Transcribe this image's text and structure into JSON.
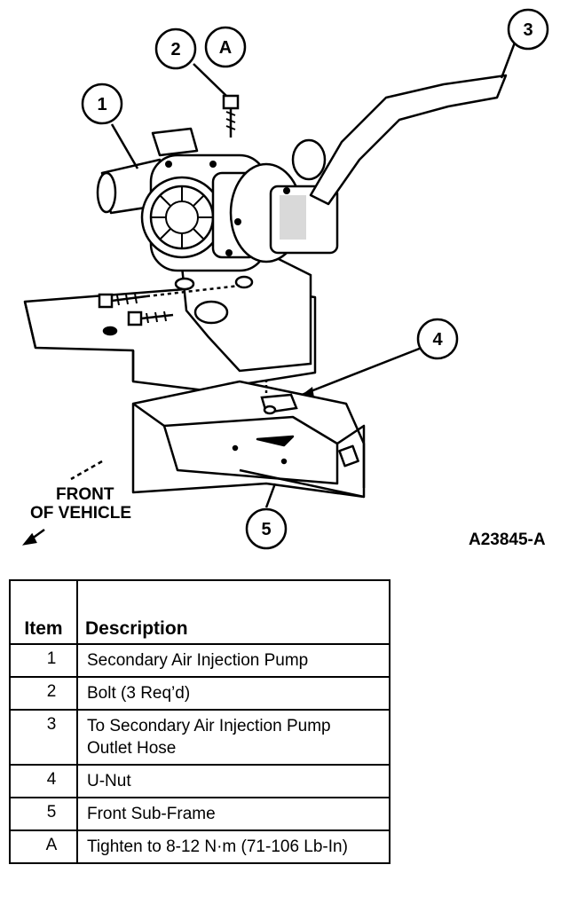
{
  "callouts": {
    "c1": "1",
    "c2": "2",
    "cA": "A",
    "c3": "3",
    "c4": "4",
    "c5": "5"
  },
  "front_label": {
    "line1": "FRONT",
    "line2": "OF VEHICLE"
  },
  "figure_id": "A23845-A",
  "table": {
    "headers": {
      "item": "Item",
      "description": "Description"
    },
    "rows": [
      {
        "item": "1",
        "description": "Secondary Air Injection Pump"
      },
      {
        "item": "2",
        "description": "Bolt (3 Req’d)"
      },
      {
        "item": "3",
        "description": "To Secondary Air Injection Pump Outlet Hose"
      },
      {
        "item": "4",
        "description": "U-Nut"
      },
      {
        "item": "5",
        "description": "Front Sub-Frame"
      },
      {
        "item": "A",
        "description": "Tighten to 8-12 N·m (71-106 Lb-In)"
      }
    ]
  }
}
